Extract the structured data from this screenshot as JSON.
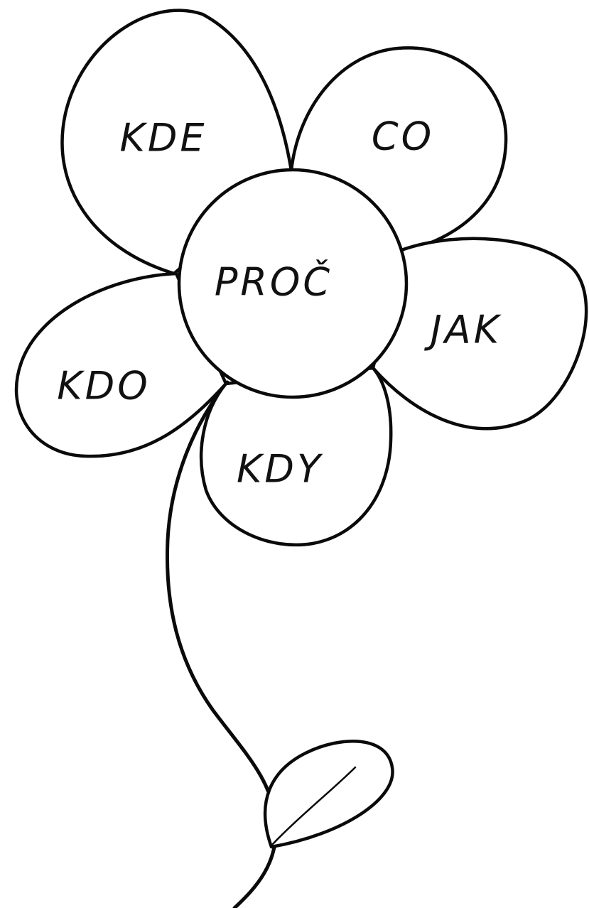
{
  "diagram": {
    "type": "question-flower",
    "line_color": "#0a0a0a",
    "background": "#ffffff",
    "center": {
      "label": "PROČ"
    },
    "petals": [
      {
        "id": "kde",
        "label": "KDE"
      },
      {
        "id": "co",
        "label": "CO"
      },
      {
        "id": "jak",
        "label": "JAK"
      },
      {
        "id": "kdo",
        "label": "KDO"
      },
      {
        "id": "kdy",
        "label": "KDY"
      }
    ]
  }
}
